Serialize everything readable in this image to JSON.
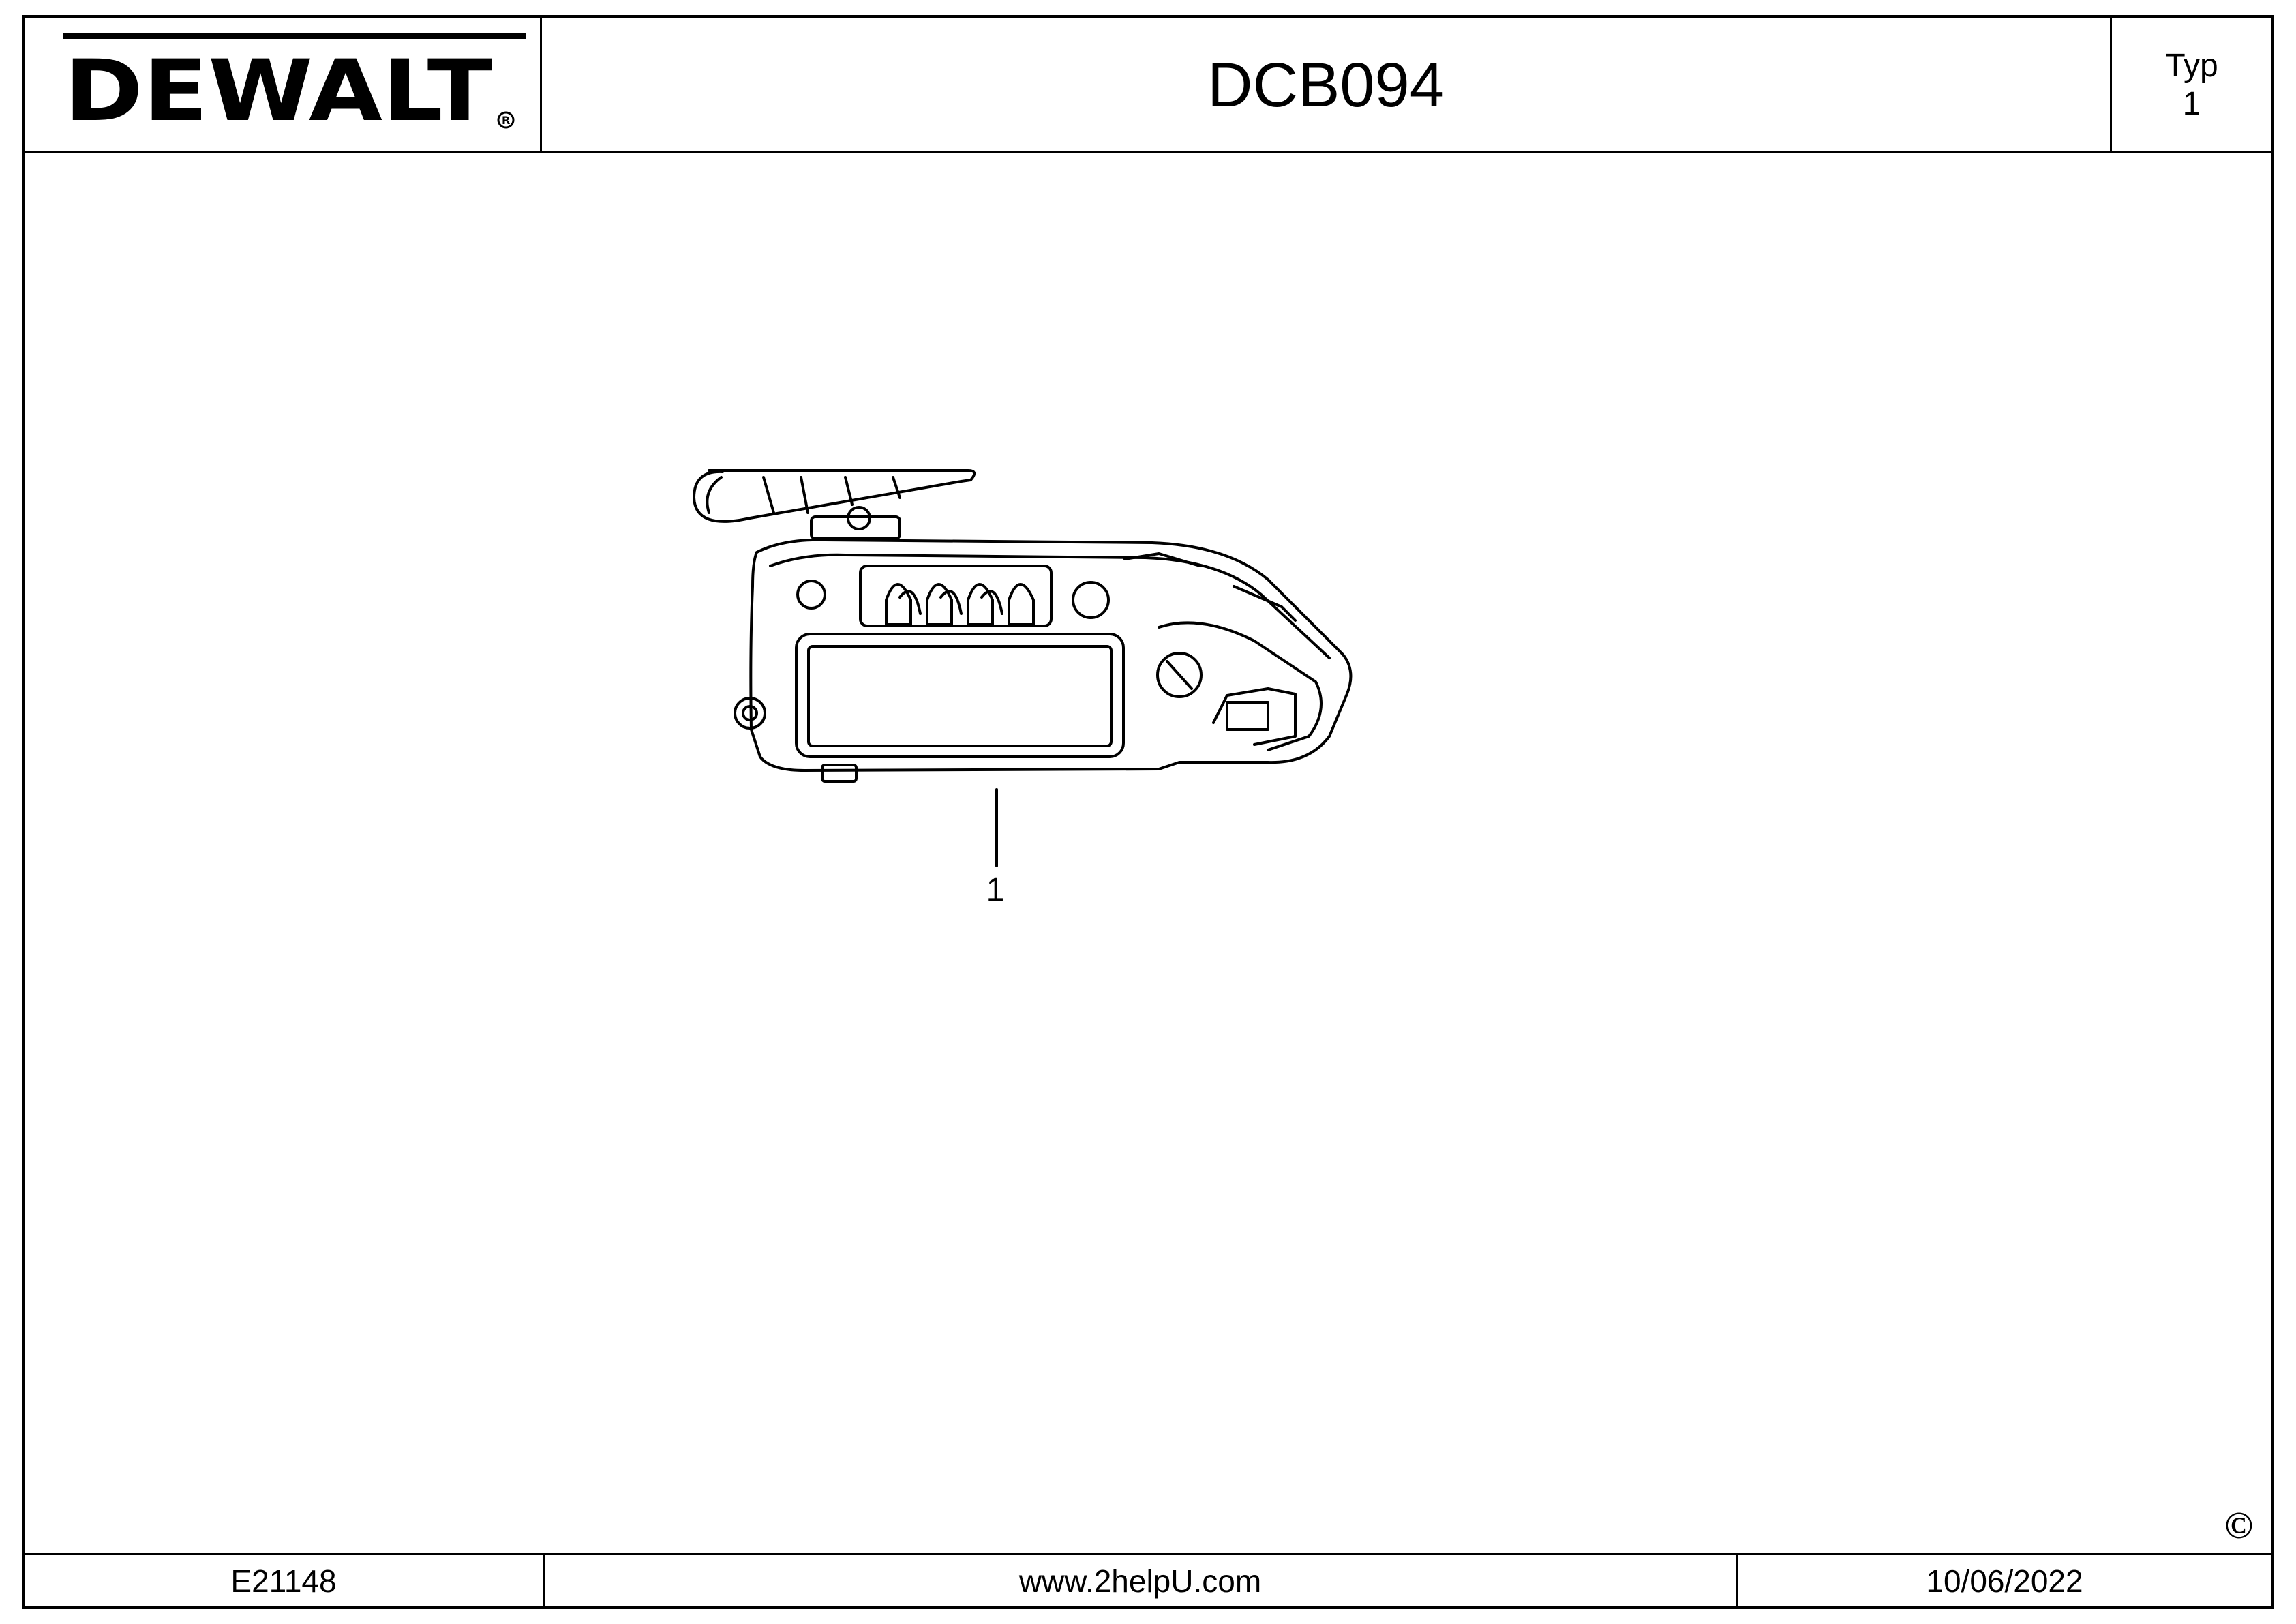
{
  "header": {
    "brand": "DEWALT",
    "model": "DCB094",
    "type_label": "Typ",
    "type_value": "1"
  },
  "drawing": {
    "callouts": [
      "1"
    ],
    "copyright_symbol": "©"
  },
  "footer": {
    "drawing_number": "E21148",
    "website": "www.2helpU.com",
    "date": "10/06/2022"
  }
}
